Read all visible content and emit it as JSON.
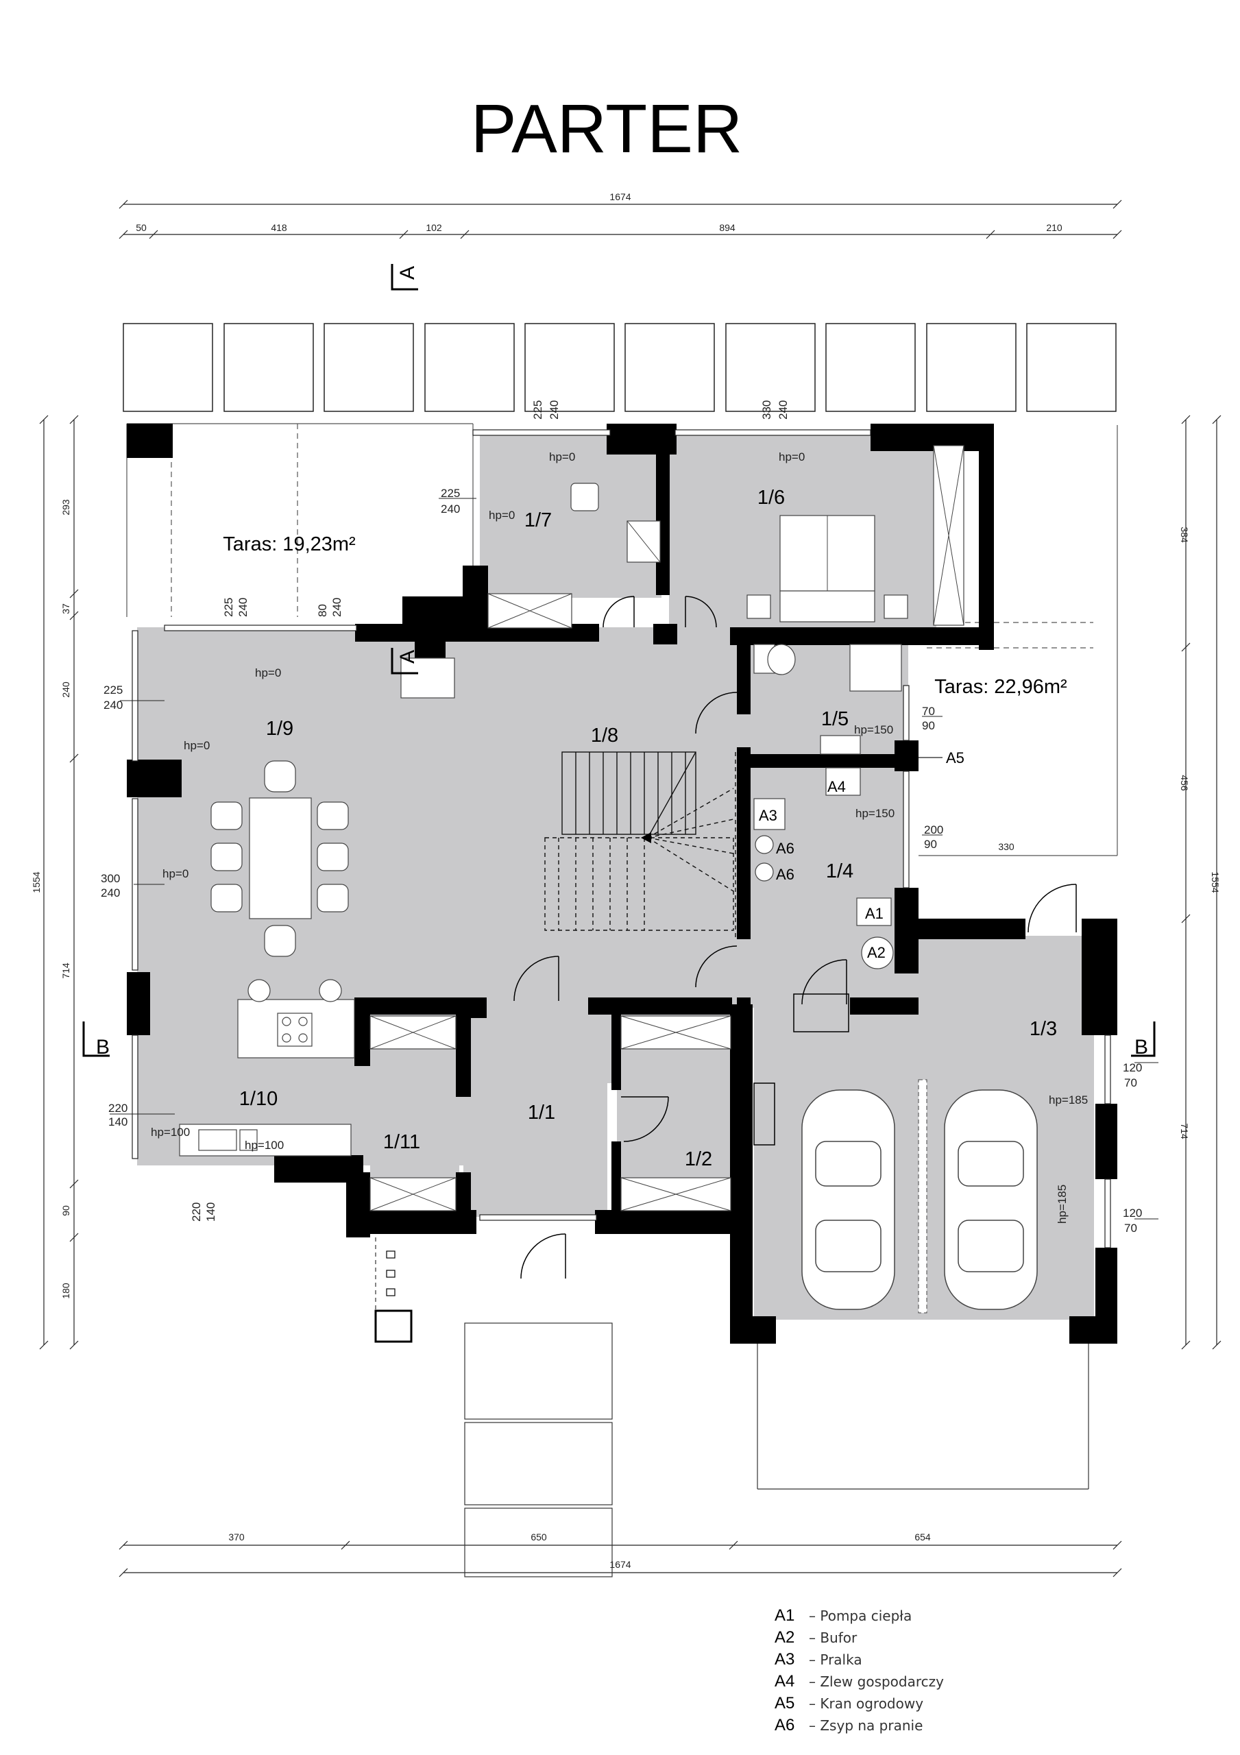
{
  "title": "PARTER",
  "dims_top": {
    "overall": "1674",
    "segments": [
      "50",
      "418",
      "102",
      "894",
      "210"
    ]
  },
  "dims_bottom": {
    "overall": "1674",
    "segments": [
      "370",
      "650",
      "654"
    ]
  },
  "dims_left": {
    "overall": "1554",
    "segments": [
      "293",
      "37",
      "240",
      "714",
      "90",
      "180"
    ]
  },
  "dims_right": {
    "overall": "1554",
    "segments": [
      "384",
      "456",
      "714"
    ]
  },
  "dims_inner": {
    "garage_top": "330"
  },
  "rooms": {
    "r1_1": "1/1",
    "r1_2": "1/2",
    "r1_3": "1/3",
    "r1_4": "1/4",
    "r1_5": "1/5",
    "r1_6": "1/6",
    "r1_7": "1/7",
    "r1_8": "1/8",
    "r1_9": "1/9",
    "r1_10": "1/10",
    "r1_11": "1/11"
  },
  "terraces": {
    "west": "Taras: 19,23m²",
    "east": "Taras: 22,96m²"
  },
  "hp_labels": {
    "h1": "hp=0",
    "h2": "hp=0",
    "h3": "hp=0",
    "h4": "hp=0",
    "h5": "hp=0",
    "h6": "hp=0",
    "h7": "hp=150",
    "h8": "hp=150",
    "h9": "hp=100",
    "h10": "hp=100",
    "h11": "hp=185",
    "h12": "hp=185"
  },
  "openings": {
    "o1a": "225",
    "o1b": "240",
    "o2a": "330",
    "o2b": "240",
    "o3a": "225",
    "o3b": "240",
    "o4a": "225",
    "o4b": "240",
    "o5a": "80",
    "o5b": "240",
    "o6a": "225",
    "o6b": "240",
    "o7a": "300",
    "o7b": "240",
    "o8a": "220",
    "o8b": "140",
    "o9a": "220",
    "o9b": "140",
    "o10a": "70",
    "o10b": "90",
    "o11a": "200",
    "o11b": "90",
    "o12a": "120",
    "o12b": "70",
    "o13a": "120",
    "o13b": "70"
  },
  "equipment": {
    "a1": "A1",
    "a2": "A2",
    "a3": "A3",
    "a4": "A4",
    "a5": "A5",
    "a6a": "A6",
    "a6b": "A6"
  },
  "sections": {
    "a": "A",
    "b": "B"
  },
  "legend": [
    {
      "code": "A1",
      "desc": "– Pompa ciepła"
    },
    {
      "code": "A2",
      "desc": "– Bufor"
    },
    {
      "code": "A3",
      "desc": "– Pralka"
    },
    {
      "code": "A4",
      "desc": "– Zlew gospodarczy"
    },
    {
      "code": "A5",
      "desc": "– Kran ogrodowy"
    },
    {
      "code": "A6",
      "desc": "– Zsyp na pranie"
    }
  ]
}
